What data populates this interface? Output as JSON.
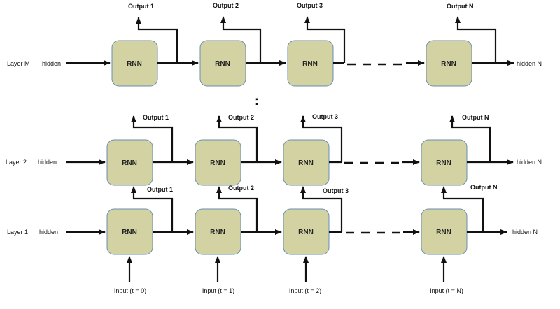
{
  "diagram": {
    "layers": [
      {
        "label": "Layer M",
        "hidden_in": "hidden",
        "hidden_out": "hidden N",
        "outputs": [
          "Output 1",
          "Output 2",
          "Output 3",
          "Output N"
        ]
      },
      {
        "label": "Layer 2",
        "hidden_in": "hidden",
        "hidden_out": "hidden N",
        "outputs": [
          "Output 1",
          "Output 2",
          "Output 3",
          "Output N"
        ]
      },
      {
        "label": "Layer 1",
        "hidden_in": "hidden",
        "hidden_out": "hidden N",
        "outputs": [
          "Output 1",
          "Output 2",
          "Output 3",
          "Output N"
        ]
      }
    ],
    "cell_label": "RNN",
    "inputs": [
      "Input (t = 0)",
      "Input (t = 1)",
      "Input (t = 2)",
      "Input (t = N)"
    ],
    "ellipsis": ":",
    "colors": {
      "cell_fill": "#d2d2a2",
      "cell_border": "#6a8fb0",
      "line": "#111111"
    }
  }
}
